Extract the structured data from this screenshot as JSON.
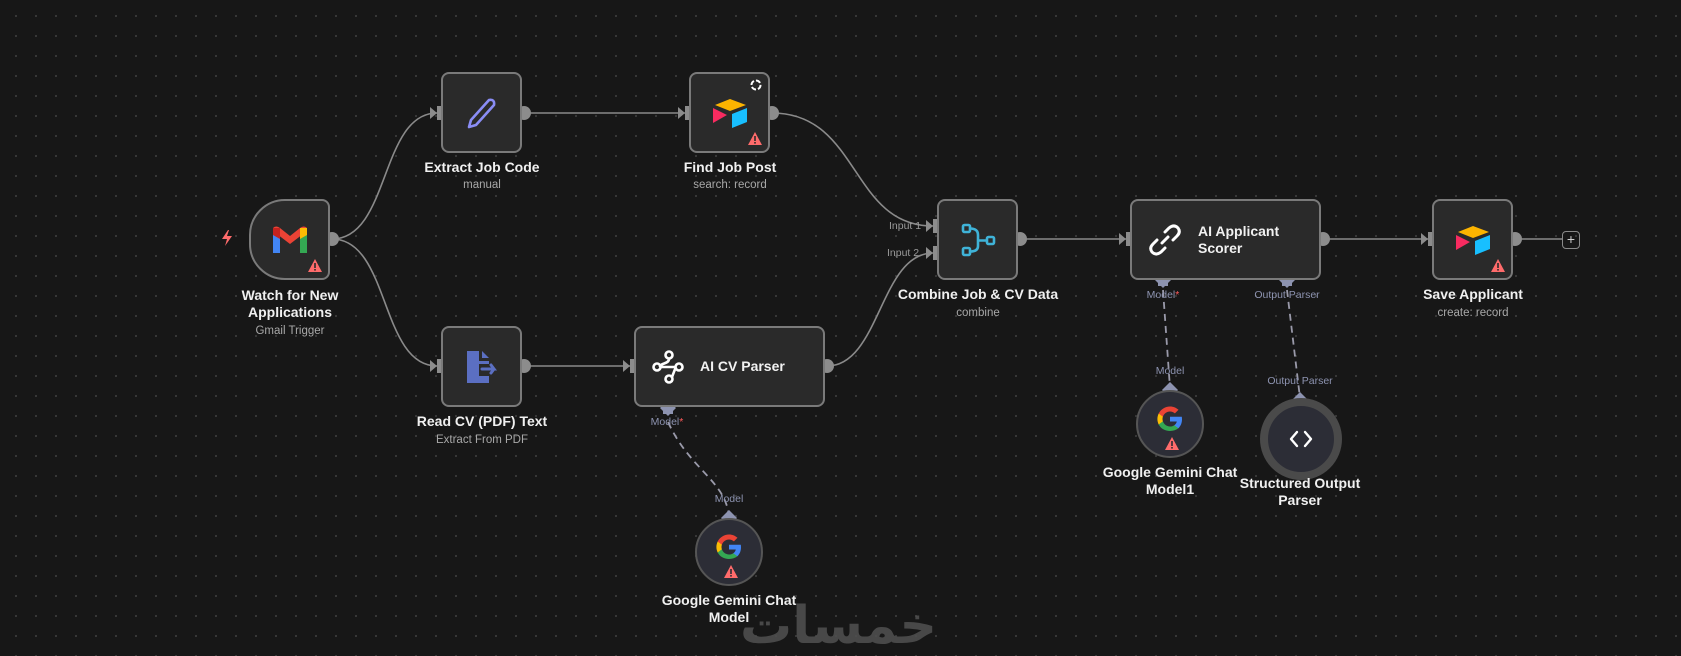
{
  "workflow": {
    "nodes": {
      "gmail": {
        "title_line1": "Watch for New",
        "title_line2": "Applications",
        "subtitle": "Gmail Trigger",
        "icon": "gmail-icon",
        "warning": true,
        "trigger": true
      },
      "extract_job_code": {
        "title": "Extract Job Code",
        "subtitle": "manual",
        "icon": "pencil-icon"
      },
      "find_job_post": {
        "title": "Find Job Post",
        "subtitle": "search: record",
        "icon": "airtable-icon",
        "warning": true,
        "running": true
      },
      "read_cv": {
        "title": "Read CV (PDF) Text",
        "subtitle": "Extract From PDF",
        "icon": "file-export-icon"
      },
      "ai_cv_parser": {
        "title": "AI CV Parser",
        "icon": "ai-chain-icon",
        "ports": {
          "model": "Model",
          "required": "*"
        }
      },
      "gemini_model": {
        "title_line1": "Google Gemini Chat",
        "title_line2": "Model",
        "icon": "google-icon",
        "warning": true,
        "port": "Model"
      },
      "combine": {
        "title": "Combine Job & CV Data",
        "subtitle": "combine",
        "icon": "merge-icon",
        "inputs": [
          "Input 1",
          "Input 2"
        ]
      },
      "ai_scorer": {
        "title_line1": "AI Applicant",
        "title_line2": "Scorer",
        "icon": "link-icon",
        "ports": {
          "model": "Model",
          "required": "*",
          "output_parser": "Output Parser"
        }
      },
      "gemini_model1": {
        "title_line1": "Google Gemini Chat",
        "title_line2": "Model1",
        "icon": "google-icon",
        "warning": true,
        "port": "Model"
      },
      "structured_parser": {
        "title_line1": "Structured Output",
        "title_line2": "Parser",
        "icon": "code-brackets-icon",
        "port": "Output Parser"
      },
      "save_applicant": {
        "title": "Save Applicant",
        "subtitle": "create: record",
        "icon": "airtable-icon",
        "warning": true
      }
    },
    "add_node_label": "+",
    "watermark": "خمسات"
  },
  "colors": {
    "background": "#171717",
    "node_fill": "#2a2a2a",
    "node_border": "#7a7a7a",
    "edge": "#8a8a8a",
    "port_label": "#8d93b0",
    "warning": "#ff6b6b",
    "merge_icon": "#3fb3d8",
    "pencil_icon": "#8a8df5",
    "pdf_icon": "#5b6fc2"
  }
}
